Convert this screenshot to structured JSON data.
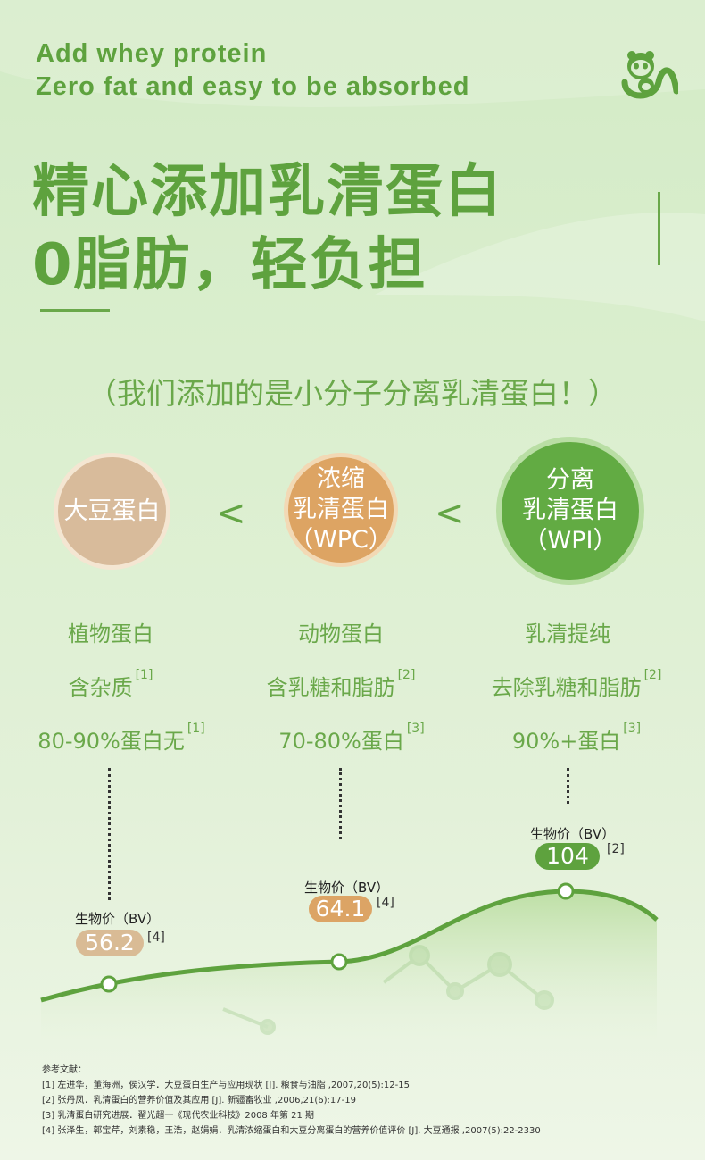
{
  "header": {
    "en_line1": "Add whey protein",
    "en_line2": "Zero fat and easy to be absorbed",
    "logo_icon": "panda-logo-icon"
  },
  "title": {
    "line1": "精心添加乳清蛋白",
    "line2": "0脂肪，轻负担"
  },
  "subtitle": "（我们添加的是小分子分离乳清蛋白！）",
  "colors": {
    "accent": "#5ea23e",
    "soy": "#d8bb9b",
    "wpc": "#dda463",
    "wpi": "#62ab43"
  },
  "comparison": {
    "less_than": "<",
    "items": [
      {
        "circle_lines": [
          "大豆蛋白"
        ],
        "source": "植物蛋白",
        "feature": "含杂质",
        "feature_ref": "[1]",
        "protein": "80-90%蛋白无",
        "protein_ref": "[1]",
        "bv_label": "生物价（BV）",
        "bv_value": "56.2",
        "bv_ref": "[4]"
      },
      {
        "circle_lines": [
          "浓缩",
          "乳清蛋白",
          "（WPC）"
        ],
        "source": "动物蛋白",
        "feature": "含乳糖和脂肪",
        "feature_ref": "[2]",
        "protein": "70-80%蛋白",
        "protein_ref": "[3]",
        "bv_label": "生物价（BV）",
        "bv_value": "64.1",
        "bv_ref": "[4]"
      },
      {
        "circle_lines": [
          "分离",
          "乳清蛋白",
          "（WPI）"
        ],
        "source": "乳清提纯",
        "feature": "去除乳糖和脂肪",
        "feature_ref": "[2]",
        "protein": "90%+蛋白",
        "protein_ref": "[3]",
        "bv_label": "生物价（BV）",
        "bv_value": "104",
        "bv_ref": "[2]"
      }
    ]
  },
  "references": {
    "heading": "参考文献：",
    "items": [
      "[1] 左进华，董海洲，侯汉学．大豆蛋白生产与应用现状 [J]. 粮食与油脂 ,2007,20(5):12-15",
      "[2] 张丹凤．乳清蛋白的营养价值及其应用 [J]. 新疆畜牧业 ,2006,21(6):17-19",
      "[3] 乳清蛋白研究进展．翟光超一《现代农业科技》2008 年第 21 期",
      "[4] 张泽生，郭宝芹，刘素稳，王浩，赵娟娟．乳清浓缩蛋白和大豆分离蛋白的营养价值评价 [J]. 大豆通报 ,2007(5):22-2330"
    ]
  }
}
